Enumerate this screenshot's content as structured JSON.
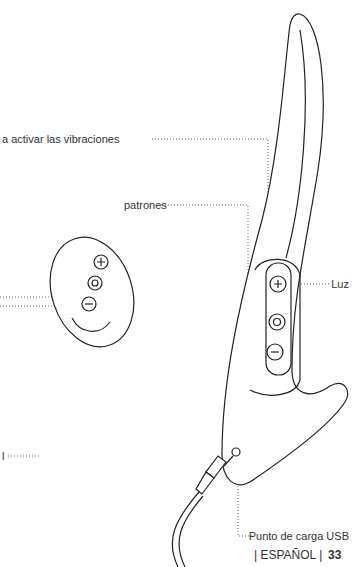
{
  "diagram": {
    "labels": [
      "a activar las vibraciones",
      "patrones",
      "Luz",
      "l",
      "Punto de carga USB",
      "| ESPAÑOL |",
      "33"
    ]
  }
}
